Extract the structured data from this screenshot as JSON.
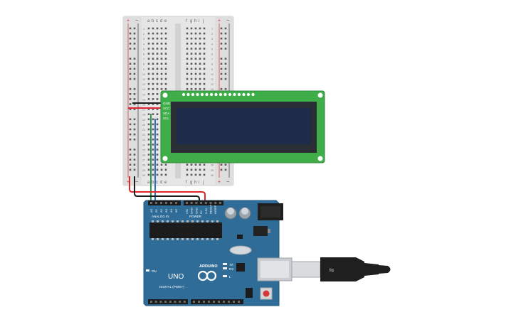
{
  "breadboard": {
    "column_letters_top": [
      "a",
      "b",
      "c",
      "d",
      "e",
      "f",
      "g",
      "h",
      "i",
      "j"
    ],
    "rail_plus": "+",
    "rail_minus": "−",
    "row_numbers": [
      "1",
      "2",
      "3",
      "4",
      "5",
      "6",
      "7",
      "8",
      "9",
      "10",
      "11",
      "12",
      "13",
      "14",
      "15",
      "16",
      "17",
      "18",
      "19",
      "20",
      "21",
      "22",
      "23",
      "24",
      "25",
      "26",
      "27",
      "28",
      "29",
      "30"
    ]
  },
  "lcd": {
    "pin_labels": [
      "GND",
      "VCC",
      "SDA",
      "SCL"
    ],
    "backlight_color": "#1e2b4a",
    "board_color": "#3fae49"
  },
  "arduino": {
    "brand": "ARDUINO",
    "model": "UNO",
    "label_analog": "ANALOG IN",
    "label_power": "POWER",
    "label_digital": "DIGITAL (PWM~)",
    "label_on": "ON",
    "label_tx": "TX",
    "label_rx": "RX",
    "label_l": "L",
    "analog_pins": [
      "A0",
      "A1",
      "A2",
      "A3",
      "A4",
      "A5"
    ],
    "power_pins": [
      "VIN",
      "GND",
      "GND",
      "5V",
      "3.3V",
      "RESET",
      "IOREF"
    ],
    "board_color": "#2f6d98"
  },
  "wires": {
    "red": "#e0262b",
    "black": "#1b1b1b",
    "green": "#2e9b4a",
    "blue": "#2c6fc4"
  }
}
